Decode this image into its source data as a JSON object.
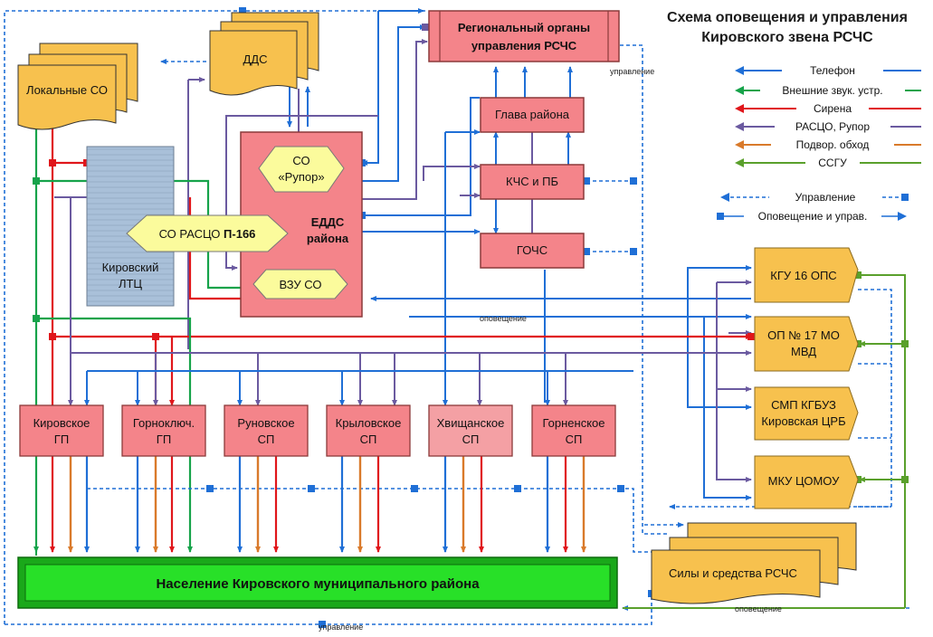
{
  "title": {
    "line1": "Схема оповещения и управления",
    "line2": "Кировского звена РСЧС"
  },
  "nodes": {
    "regional": {
      "line1": "Региональный органы",
      "line2": "управления РСЧС"
    },
    "dds": "ДДС",
    "local_so": "Локальные СО",
    "head": "Глава района",
    "kchs": "КЧС и ПБ",
    "gochs": "ГОЧС",
    "edds": {
      "line1": "ЕДДС",
      "line2": "района"
    },
    "so_rupor": {
      "line1": "СО",
      "line2": "«Рупор»"
    },
    "so_rasco": {
      "prefix": "СО РАСЦО ",
      "bold": "П-166"
    },
    "vzu_so": "ВЗУ СО",
    "ltc": {
      "line1": "Кировский",
      "line2": "ЛТЦ"
    },
    "kgu": "КГУ 16 ОПС",
    "op17": {
      "line1": "ОП № 17 МО",
      "line2": "МВД"
    },
    "smp": {
      "line1": "СМП КГБУЗ",
      "line2": "Кировская ЦРБ"
    },
    "mku": "МКУ ЦОМОУ",
    "forces": "Силы и средства РСЧС",
    "population": "Население Кировского муниципального района"
  },
  "settlements": [
    {
      "line1": "Кировское",
      "line2": "ГП"
    },
    {
      "line1": "Горноключ.",
      "line2": "ГП"
    },
    {
      "line1": "Руновское",
      "line2": "СП"
    },
    {
      "line1": "Крыловское",
      "line2": "СП"
    },
    {
      "line1": "Хвищанское",
      "line2": "СП"
    },
    {
      "line1": "Горненское",
      "line2": "СП"
    }
  ],
  "legend": [
    {
      "label": "Телефон",
      "color": "#1f6fd6"
    },
    {
      "label": "Внешние звук. устр.",
      "color": "#16a34a"
    },
    {
      "label": "Сирена",
      "color": "#e0161b"
    },
    {
      "label": "РАСЦО, Рупор",
      "color": "#6b5aa0"
    },
    {
      "label": "Подвор. обход",
      "color": "#d97a2b"
    },
    {
      "label": "ССГУ",
      "color": "#5aa02c"
    }
  ],
  "legend_dashed": [
    {
      "label": "Управление"
    },
    {
      "label": "Оповещение и управ."
    }
  ],
  "annotations": {
    "upravlenie_top": "управление",
    "opoveshchenie_mid": "оповещение",
    "opoveshchenie_bottom": "оповещение",
    "upravlenie_bottom": "управление"
  },
  "colors": {
    "node_red": "#f4848a",
    "node_yellow": "#f7c14e",
    "population_green": "#28e028",
    "ltc_blue": "#a9c0d9",
    "hex_yellow": "#fbfb9c"
  }
}
